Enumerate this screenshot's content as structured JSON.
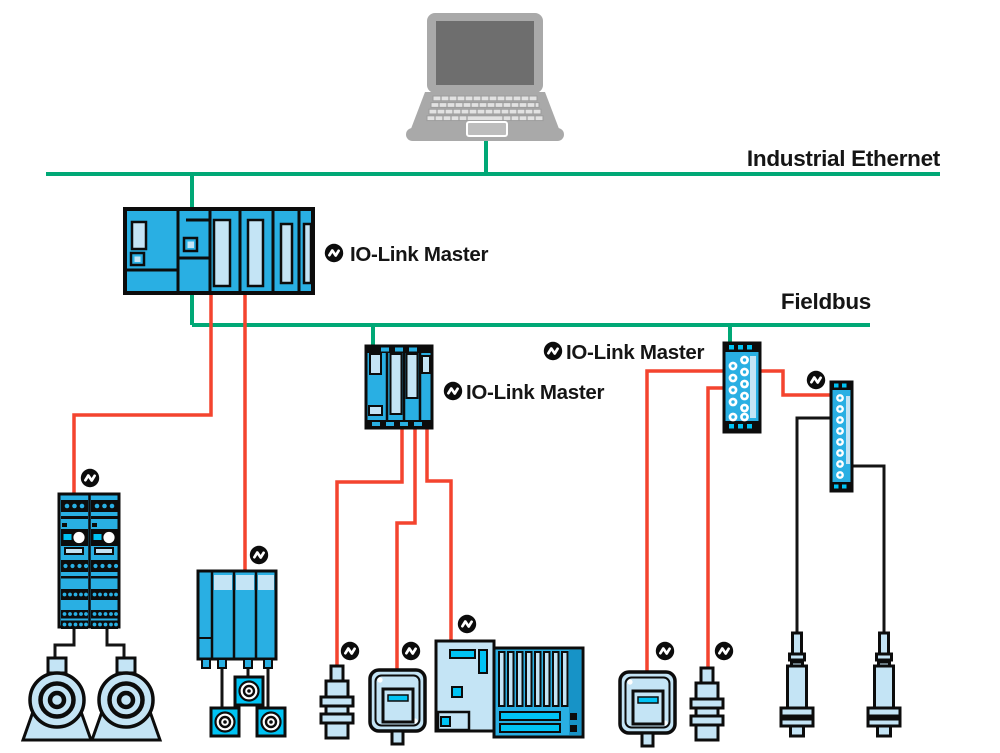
{
  "labels": {
    "industrial_ethernet": "Industrial Ethernet",
    "fieldbus": "Fieldbus",
    "io_link_master": "IO-Link Master"
  },
  "colors": {
    "bus_green": "#00A876",
    "io_link_red": "#F4442E",
    "cable_black": "#141414",
    "device_blue": "#29AFE3",
    "device_blue_dark": "#1793C7",
    "device_light": "#C4E4F5",
    "accent_cyan": "#00C3F4",
    "laptop_gray": "#A9A9A9",
    "laptop_screen": "#6E6E6E",
    "text_black": "#151515"
  },
  "icons": {
    "io_link_logo": "black disc with white zigzag arrows",
    "laptop": "engineering-station-laptop-icon",
    "plc": "modular-plc-icon",
    "remote_io": "remote-io-module-icon",
    "port_hub": "io-link-port-hub-icon",
    "sensor_hub": "analog-sensor-hub-icon",
    "motor_starter": "dual-motor-starter-icon",
    "motor": "pump-motor-icon",
    "drive": "multi-axis-drive-icon",
    "gear_unit": "small-drive-unit-icon",
    "valve_terminal": "valve-terminal-icon",
    "photoelectric_sensor": "square-photoelectric-sensor-icon",
    "inductive_sensor": "cylindrical-inductive-sensor-icon",
    "analog_sensor": "cylindrical-analog-sensor-icon"
  },
  "buses": [
    {
      "id": "industrial-ethernet",
      "label": "Industrial Ethernet",
      "color": "#00A876"
    },
    {
      "id": "fieldbus",
      "label": "Fieldbus",
      "color": "#00A876"
    },
    {
      "id": "io-link",
      "label": "IO-Link",
      "color": "#F4442E"
    },
    {
      "id": "conventional-cable",
      "label": "",
      "color": "#141414"
    }
  ],
  "devices": [
    {
      "id": "laptop",
      "label": ""
    },
    {
      "id": "plc-io-link-master",
      "label": "IO-Link Master"
    },
    {
      "id": "io-link-master-remote",
      "label": "IO-Link Master"
    },
    {
      "id": "io-link-master-block",
      "label": "IO-Link Master"
    },
    {
      "id": "sensor-hub",
      "label": ""
    },
    {
      "id": "motor-starter",
      "label": ""
    },
    {
      "id": "motor-1",
      "label": ""
    },
    {
      "id": "motor-2",
      "label": ""
    },
    {
      "id": "drive-system",
      "label": ""
    },
    {
      "id": "drive-unit-1",
      "label": ""
    },
    {
      "id": "drive-unit-2",
      "label": ""
    },
    {
      "id": "drive-unit-3",
      "label": ""
    },
    {
      "id": "inductive-sensor-1",
      "label": ""
    },
    {
      "id": "photoelectric-sensor-1",
      "label": ""
    },
    {
      "id": "valve-terminal",
      "label": ""
    },
    {
      "id": "photoelectric-sensor-2",
      "label": ""
    },
    {
      "id": "inductive-sensor-2",
      "label": ""
    },
    {
      "id": "analog-sensor-1",
      "label": ""
    },
    {
      "id": "analog-sensor-2",
      "label": ""
    }
  ],
  "connections": [
    {
      "from": "laptop",
      "to": "industrial-ethernet",
      "bus": "industrial-ethernet"
    },
    {
      "from": "plc-io-link-master",
      "to": "industrial-ethernet",
      "bus": "industrial-ethernet"
    },
    {
      "from": "plc-io-link-master",
      "to": "fieldbus",
      "bus": "fieldbus"
    },
    {
      "from": "io-link-master-remote",
      "to": "fieldbus",
      "bus": "fieldbus"
    },
    {
      "from": "io-link-master-block",
      "to": "fieldbus",
      "bus": "fieldbus"
    },
    {
      "from": "plc-io-link-master",
      "to": "motor-starter",
      "bus": "io-link"
    },
    {
      "from": "plc-io-link-master",
      "to": "drive-system",
      "bus": "io-link"
    },
    {
      "from": "io-link-master-remote",
      "to": "inductive-sensor-1",
      "bus": "io-link"
    },
    {
      "from": "io-link-master-remote",
      "to": "photoelectric-sensor-1",
      "bus": "io-link"
    },
    {
      "from": "io-link-master-remote",
      "to": "valve-terminal",
      "bus": "io-link"
    },
    {
      "from": "io-link-master-block",
      "to": "photoelectric-sensor-2",
      "bus": "io-link"
    },
    {
      "from": "io-link-master-block",
      "to": "inductive-sensor-2",
      "bus": "io-link"
    },
    {
      "from": "io-link-master-block",
      "to": "sensor-hub",
      "bus": "io-link"
    },
    {
      "from": "sensor-hub",
      "to": "analog-sensor-1",
      "bus": "conventional-cable"
    },
    {
      "from": "sensor-hub",
      "to": "analog-sensor-2",
      "bus": "conventional-cable"
    },
    {
      "from": "motor-starter",
      "to": "motor-1",
      "bus": "conventional-cable"
    },
    {
      "from": "motor-starter",
      "to": "motor-2",
      "bus": "conventional-cable"
    },
    {
      "from": "drive-system",
      "to": "drive-unit-1",
      "bus": "conventional-cable"
    },
    {
      "from": "drive-system",
      "to": "drive-unit-2",
      "bus": "conventional-cable"
    },
    {
      "from": "drive-system",
      "to": "drive-unit-3",
      "bus": "conventional-cable"
    }
  ]
}
